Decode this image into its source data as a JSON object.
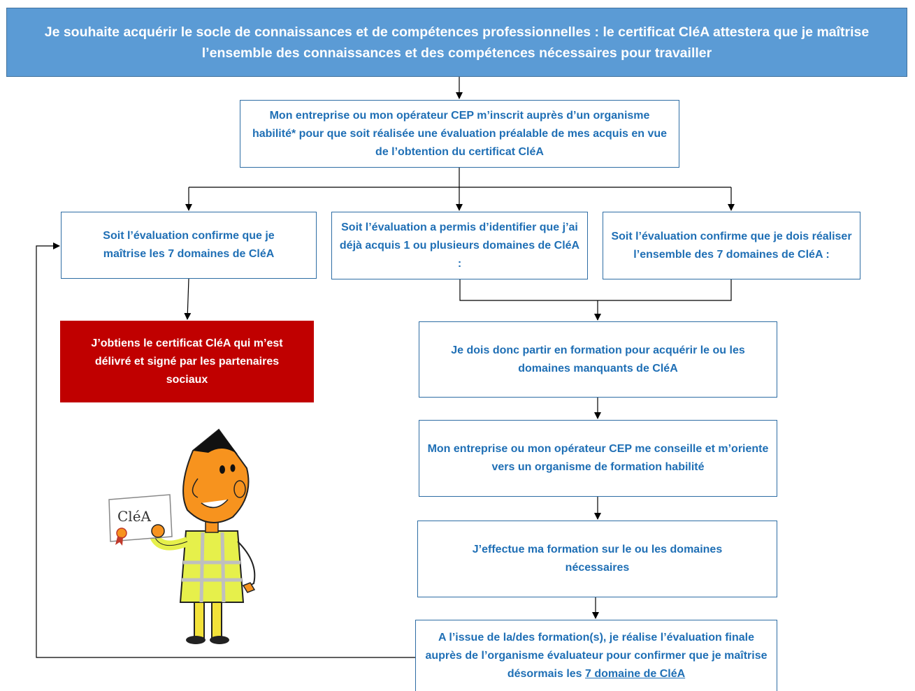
{
  "header": {
    "text": "Je souhaite acquérir le socle de connaissances et de compétences professionnelles : le certificat CléA attestera que je maîtrise l’ensemble des connaissances et des compétences nécessaires pour travailler"
  },
  "steps": {
    "inscription": "Mon entreprise ou mon opérateur CEP m’inscrit auprès d’un organisme habilité* pour que soit réalisée une évaluation préalable de mes acquis en vue de l’obtention du certificat CléA",
    "option_all": "Soit l’évaluation confirme que je maîtrise les 7 domaines de CléA",
    "option_partial": "Soit l’évaluation a permis d’identifier que j’ai déjà acquis 1 ou plusieurs domaines de CléA :",
    "option_none": "Soit l’évaluation confirme que je dois réaliser l’ensemble des 7 domaines de CléA :",
    "certificate": "J’obtiens le certificat CléA qui m’est délivré et signé par les partenaires sociaux",
    "training_needed": "Je dois donc partir en formation pour acquérir le ou les domaines manquants de CléA",
    "orientation": "Mon entreprise ou mon opérateur CEP me conseille et m’oriente vers un organisme de formation habilité",
    "training": "J’effectue ma formation sur le ou les domaines nécessaires",
    "final_eval_prefix": "A l’issue de la/des formation(s), je réalise l’évaluation finale auprès de l’organisme évaluateur pour confirmer que je maîtrise désormais les",
    "final_eval_link": "7 domaine de CléA"
  },
  "illustration": {
    "certificate_label": "CléA"
  },
  "colors": {
    "header_fill": "#5b9bd5",
    "box_text": "#1f6fb5",
    "box_border": "#2e6da4",
    "certificate_fill": "#c00000",
    "figure_skin": "#f7931e",
    "vest": "#e6f04b"
  }
}
